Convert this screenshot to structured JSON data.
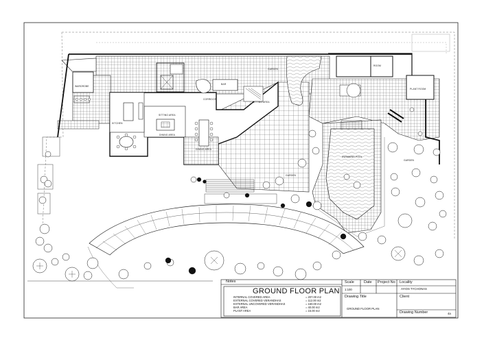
{
  "rooms": {
    "garden_top": "GARDEN",
    "room": "ROOM",
    "plant_room": "PLANT ROOM",
    "bar": "BAR",
    "corridor": "CORRIDOR",
    "sitting_area_1": "SITTING AREA",
    "sitting_area_2": "SITTING AREA",
    "kitchen": "KITCHEN",
    "dining_area_1": "DINING AREA",
    "dining_area_2": "DINING AREA",
    "wardrobe": "WARDROBE",
    "swimming_pool": "SWIMMING POOL",
    "garden_right": "GARDEN",
    "garden_mid": "GARDEN"
  },
  "title_block": {
    "notes_label": "Notes",
    "plan_title": "GROUND FLOOR PLAN",
    "areas": [
      {
        "name": "INTERNAL COVERED AREA",
        "value": "= 207.00 m2"
      },
      {
        "name": "EXTERNAL COVERED VERANDHAS",
        "value": "= 112.00 m2"
      },
      {
        "name": "EXTERNAL UNCOVERED VERANDHAS",
        "value": "= 160.00 m2"
      },
      {
        "name": "BAR AREA",
        "value": "= 40.00 m2"
      },
      {
        "name": "PLANT AREA",
        "value": "= 15.00 m2"
      }
    ],
    "scale_label": "Scale",
    "scale_value": "1:100",
    "date_label": "Date",
    "project_label": "Project No",
    "locality_label": "Locality",
    "locality_value": "AYIOS TYCHONAS",
    "drawing_title_label": "Drawing Title",
    "drawing_title_value": "GROUND FLOOR PLAN",
    "client_label": "Client",
    "drawing_number_label": "Drawing Number",
    "drawing_number_value": "4a"
  }
}
